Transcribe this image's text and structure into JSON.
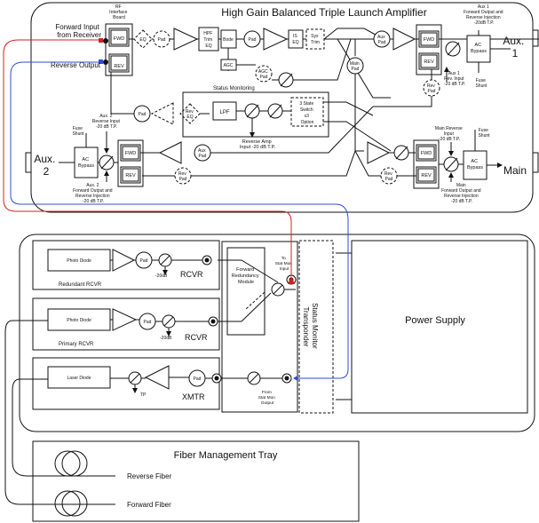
{
  "amplifier": {
    "title": "High Gain Balanced Triple Launch Amplifier",
    "rf_interface_board": [
      "RF",
      "Interface",
      "Board"
    ],
    "forward_input": [
      "Forward Input",
      "from Receiver"
    ],
    "reverse_output": "Reverse Output",
    "fwd": "FWD",
    "rev": "REV",
    "eq": "EQ",
    "pad": "Pad",
    "hpf_trim_eq": [
      "HPF",
      "Trim",
      "EQ"
    ],
    "bode": "Bode",
    "is_eq": [
      "IS",
      "EQ"
    ],
    "sys_trim": [
      "Sys",
      "Trim"
    ],
    "agc": "AGC",
    "agc_pad": [
      "AGC",
      "Pad"
    ],
    "aux_pad": [
      "Aux",
      "Pad"
    ],
    "main_pad": [
      "Main",
      "Pad"
    ],
    "rev_pad": [
      "Rev",
      "Pad"
    ],
    "rev_eq": [
      "Rev",
      "EQ"
    ],
    "lpf": "LPF",
    "status_monitoring": "Status Monitoring",
    "three_state_switch": [
      "3 State",
      "Switch",
      "x3",
      "Option"
    ],
    "reverse_amp_input": [
      "Reverse Amp",
      "Input -20 dB T.P."
    ],
    "ac_bypass": [
      "AC",
      "Bypass"
    ],
    "fuse_shunt": [
      "Fuse",
      "Shunt"
    ],
    "aux1_label": [
      "Aux.",
      "1"
    ],
    "aux1_top": [
      "Aux 1",
      "Forward Output and",
      "Reverse Injection",
      "-20dB T.P."
    ],
    "aux1_rev_input": [
      "Aux 1",
      "Rev. Input",
      "-20 dB T.P."
    ],
    "aux2_label": [
      "Aux.",
      "2"
    ],
    "aux2_rev_input": [
      "Aux. 2",
      "Reverse Input",
      "-20 dB T.P."
    ],
    "aux2_fwd_output": [
      "Aux. 2",
      "Forward Output and",
      "Reverse Injection",
      "-20 dB T.P."
    ],
    "main_label": "Main",
    "main_rev_input": [
      "Main Reverse",
      "Input",
      "-20 dB T.P."
    ],
    "main_fwd_output": [
      "Main",
      "Forward Output and",
      "Reverse Injection",
      "-20 dB T.P."
    ]
  },
  "receiver": {
    "photo_diode": "Photo Diode",
    "pad": "Pad",
    "minus20db": "-20dB",
    "rcvr": "RCVR",
    "redundant_rcvr": "Redundant RCVR",
    "primary_rcvr": "Primary RCVR",
    "laser_diode": "Laser Diode",
    "tp": "TP",
    "xmtr": "XMTR",
    "forward_redundancy": [
      "Forward",
      "Redundancy",
      "Module"
    ],
    "to_stat_mon": [
      "To",
      "Stat Mon",
      "Input"
    ],
    "from_stat_mon": [
      "From",
      "Stat Mon",
      "Output"
    ],
    "status_monitor": [
      "Status Monitor",
      "Transponder"
    ],
    "power_supply": "Power Supply"
  },
  "tray": {
    "title": "Fiber Management Tray",
    "reverse_fiber": "Reverse Fiber",
    "forward_fiber": "Forward Fiber"
  },
  "colors": {
    "forward_path": "#d32020",
    "reverse_path": "#2b4fd0"
  }
}
